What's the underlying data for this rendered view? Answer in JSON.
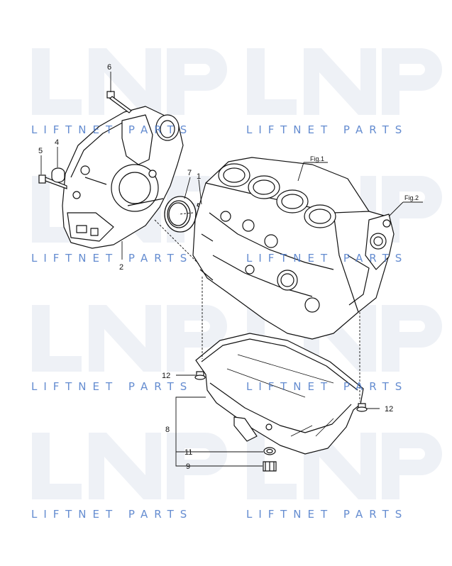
{
  "watermark": {
    "text": "LIFTNET PARTS",
    "logo": "LNP",
    "color": "#4a78c8"
  },
  "figure_refs": {
    "fig1": "Fig.1",
    "fig2": "Fig.2"
  },
  "callouts": {
    "c1": "1",
    "c2": "2",
    "c4": "4",
    "c5": "5",
    "c6": "6",
    "c7": "7",
    "c8": "8",
    "c9": "9",
    "c11": "11",
    "c12a": "12",
    "c12b": "12"
  }
}
